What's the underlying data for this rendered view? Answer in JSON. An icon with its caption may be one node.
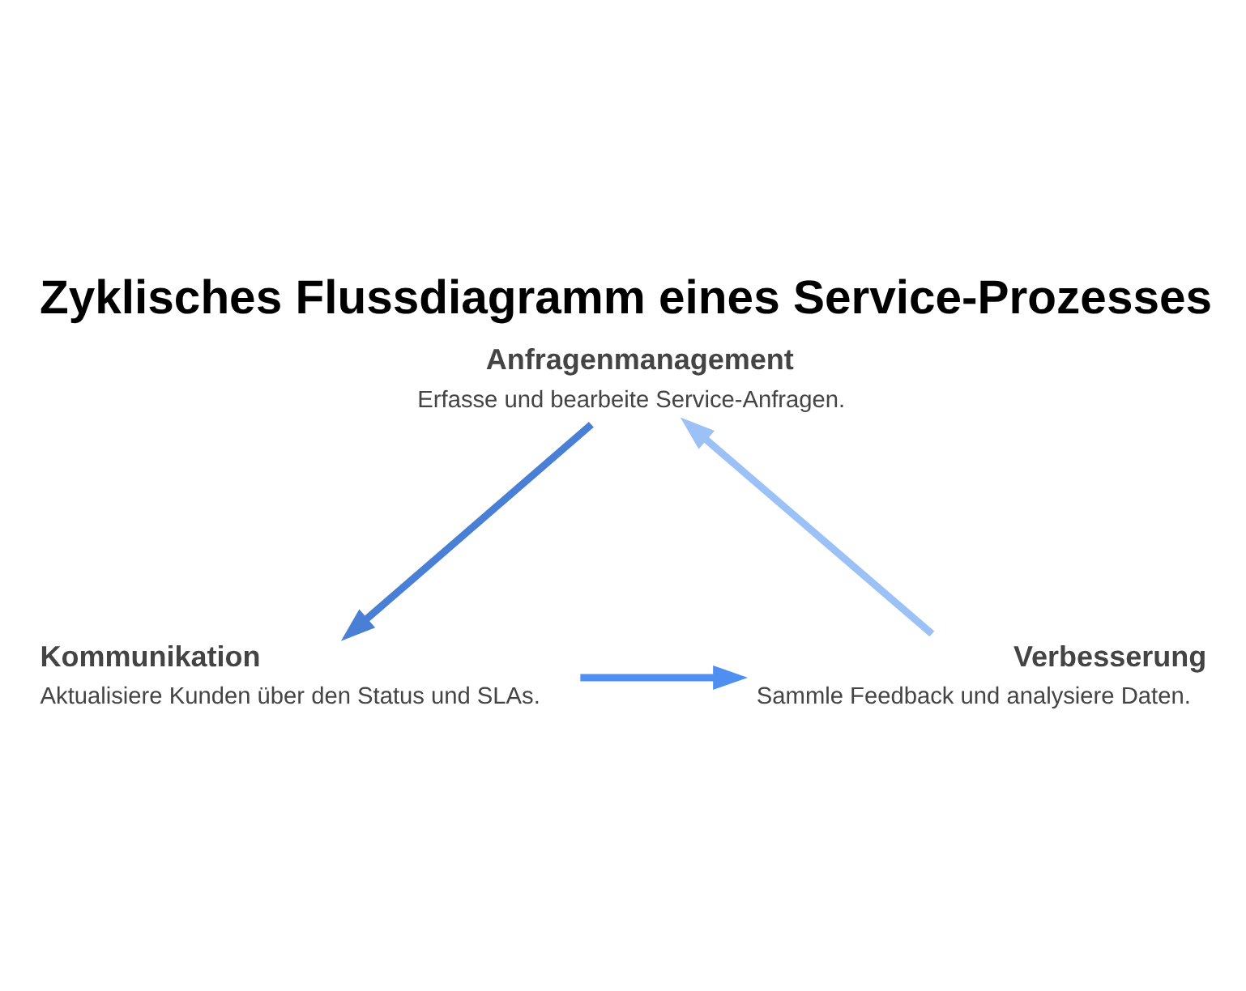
{
  "diagram": {
    "title": "Zyklisches Flussdiagramm eines Service-Prozesses",
    "nodes": [
      {
        "text": [
          "Anfragenmanagement",
          "Erfasse und bearbeite Service-Anfragen."
        ]
      },
      {
        "text": [
          "Kommunikation",
          "Aktualisiere Kunden über den Status und SLAs."
        ]
      },
      {
        "text": [
          "Verbesserung",
          "Sammle Feedback und analysiere Daten."
        ]
      }
    ],
    "edges": [
      {
        "from": 0,
        "to": 1,
        "arrow": "to",
        "color": "#4a7fd6"
      },
      {
        "from": 1,
        "to": 2,
        "arrow": "to",
        "color": "#4f8ff2"
      },
      {
        "from": 2,
        "to": 0,
        "arrow": "to",
        "color": "#9cc1f7"
      }
    ]
  }
}
